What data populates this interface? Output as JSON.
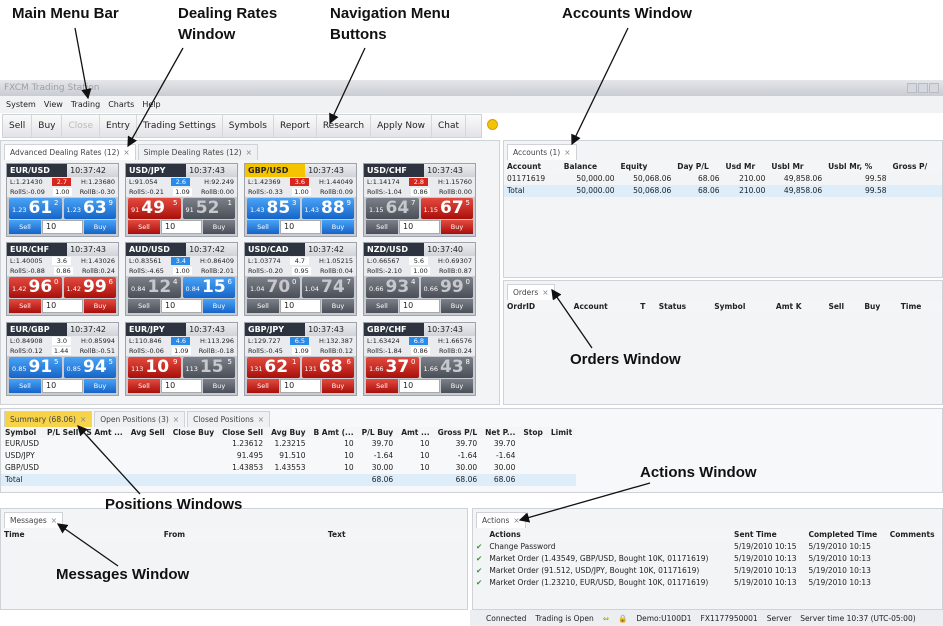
{
  "annotations": {
    "main_menu": "Main Menu Bar",
    "dealing": "Dealing Rates Window",
    "nav": "Navigation Menu Buttons",
    "accounts": "Accounts Window",
    "orders": "Orders Window",
    "positions": "Positions Windows",
    "actions": "Actions Window",
    "messages": "Messages Window"
  },
  "app_title": "FXCM Trading Station",
  "menu": [
    "System",
    "View",
    "Trading",
    "Charts",
    "Help"
  ],
  "toolbar": [
    "Sell",
    "Buy",
    "Close",
    "Entry",
    "Trading Settings",
    "Symbols",
    "Report",
    "Research",
    "Apply Now",
    "Chat"
  ],
  "dealing_tabs": [
    "Advanced Dealing Rates (12)",
    "Simple Dealing Rates (12)"
  ],
  "tile_labels": {
    "sell": "Sell",
    "buy": "Buy"
  },
  "tiles": [
    {
      "pair": "EUR/USD",
      "time": "10:37:42",
      "low": "L:1.21430",
      "spread": "2.7",
      "sc": "red",
      "high": "H:1.23680",
      "rolls": "RollS:-0.09",
      "cond": "1.00",
      "rollb": "RollB:-0.30",
      "sell": [
        "1.23",
        "61",
        "2"
      ],
      "sellc": "blue",
      "buy": [
        "1.23",
        "63",
        "9"
      ],
      "buyc": "blue",
      "amount": "10"
    },
    {
      "pair": "USD/JPY",
      "time": "10:37:43",
      "low": "L:91.054",
      "spread": "2.6",
      "sc": "blue",
      "high": "H:92.249",
      "rolls": "RollS:-0.21",
      "cond": "1.09",
      "rollb": "RollB:0.00",
      "sell": [
        "91",
        "49",
        "5"
      ],
      "sellc": "red",
      "buy": [
        "91",
        "52",
        "1"
      ],
      "buyc": "gray",
      "amount": "10"
    },
    {
      "pair": "GBP/USD",
      "time": "10:37:43",
      "hl": true,
      "low": "L:1.42369",
      "spread": "3.6",
      "sc": "red",
      "high": "H:1.44049",
      "rolls": "RollS:-0.33",
      "cond": "1.00",
      "rollb": "RollB:0.09",
      "sell": [
        "1.43",
        "85",
        "3"
      ],
      "sellc": "blue",
      "buy": [
        "1.43",
        "88",
        "9"
      ],
      "buyc": "blue",
      "amount": "10"
    },
    {
      "pair": "USD/CHF",
      "time": "10:37:43",
      "low": "L:1.14174",
      "spread": "2.8",
      "sc": "red",
      "high": "H:1.15760",
      "rolls": "RollS:-1.04",
      "cond": "0.86",
      "rollb": "RollB:0.00",
      "sell": [
        "1.15",
        "64",
        "7"
      ],
      "sellc": "gray",
      "buy": [
        "1.15",
        "67",
        "5"
      ],
      "buyc": "red",
      "amount": "10"
    },
    {
      "pair": "EUR/CHF",
      "time": "10:37:43",
      "low": "L:1.40005",
      "spread": "3.6",
      "sc": "",
      "high": "H:1.43026",
      "rolls": "RollS:-0.88",
      "cond": "0.86",
      "rollb": "RollB:0.24",
      "sell": [
        "1.42",
        "96",
        "0"
      ],
      "sellc": "red",
      "buy": [
        "1.42",
        "99",
        "6"
      ],
      "buyc": "red",
      "amount": "10"
    },
    {
      "pair": "AUD/USD",
      "time": "10:37:42",
      "low": "L:0.83561",
      "spread": "3.4",
      "sc": "blue",
      "high": "H:0.86409",
      "rolls": "RollS:-4.65",
      "cond": "1.00",
      "rollb": "RollB:2.01",
      "sell": [
        "0.84",
        "12",
        "4"
      ],
      "sellc": "gray",
      "buy": [
        "0.84",
        "15",
        "6"
      ],
      "buyc": "blue",
      "amount": "10"
    },
    {
      "pair": "USD/CAD",
      "time": "10:37:42",
      "low": "L:1.03774",
      "spread": "4.7",
      "sc": "",
      "high": "H:1.05215",
      "rolls": "RollS:-0.20",
      "cond": "0.95",
      "rollb": "RollB:0.04",
      "sell": [
        "1.04",
        "70",
        "0"
      ],
      "sellc": "gray",
      "buy": [
        "1.04",
        "74",
        "7"
      ],
      "buyc": "gray",
      "amount": "10"
    },
    {
      "pair": "NZD/USD",
      "time": "10:37:40",
      "low": "L:0.66567",
      "spread": "5.6",
      "sc": "",
      "high": "H:0.69307",
      "rolls": "RollS:-2.10",
      "cond": "1.00",
      "rollb": "RollB:0.87",
      "sell": [
        "0.66",
        "93",
        "4"
      ],
      "sellc": "gray",
      "buy": [
        "0.66",
        "99",
        "0"
      ],
      "buyc": "gray",
      "amount": "10"
    },
    {
      "pair": "EUR/GBP",
      "time": "10:37:42",
      "low": "L:0.84908",
      "spread": "3.0",
      "sc": "",
      "high": "H:0.85994",
      "rolls": "RollS:0.12",
      "cond": "1.44",
      "rollb": "RollB:-0.51",
      "sell": [
        "0.85",
        "91",
        "5"
      ],
      "sellc": "blue",
      "buy": [
        "0.85",
        "94",
        "5"
      ],
      "buyc": "blue",
      "amount": "10"
    },
    {
      "pair": "EUR/JPY",
      "time": "10:37:43",
      "low": "L:110.846",
      "spread": "4.6",
      "sc": "blue",
      "high": "H:113.296",
      "rolls": "RollS:-0.06",
      "cond": "1.09",
      "rollb": "RollB:-0.18",
      "sell": [
        "113",
        "10",
        "9"
      ],
      "sellc": "red",
      "buy": [
        "113",
        "15",
        "5"
      ],
      "buyc": "gray",
      "amount": "10"
    },
    {
      "pair": "GBP/JPY",
      "time": "10:37:43",
      "low": "L:129.727",
      "spread": "6.5",
      "sc": "blue",
      "high": "H:132.387",
      "rolls": "RollS:-0.45",
      "cond": "1.09",
      "rollb": "RollB:0.12",
      "sell": [
        "131",
        "62",
        "1"
      ],
      "sellc": "red",
      "buy": [
        "131",
        "68",
        "6"
      ],
      "buyc": "red",
      "amount": "10"
    },
    {
      "pair": "GBP/CHF",
      "time": "10:37:43",
      "low": "L:1.63424",
      "spread": "6.8",
      "sc": "blue",
      "high": "H:1.66576",
      "rolls": "RollS:-1.84",
      "cond": "0.86",
      "rollb": "RollB:0.24",
      "sell": [
        "1.66",
        "37",
        "0"
      ],
      "sellc": "red",
      "buy": [
        "1.66",
        "43",
        "8"
      ],
      "buyc": "gray",
      "amount": "10"
    }
  ],
  "accounts": {
    "tab": "Accounts (1)",
    "headers": [
      "Account",
      "Balance",
      "Equity",
      "Day P/L",
      "Usd Mr",
      "Usbl Mr",
      "Usbl Mr, %",
      "Gross P/"
    ],
    "rows": [
      [
        "01171619",
        "50,000.00",
        "50,068.06",
        "68.06",
        "210.00",
        "49,858.06",
        "99.58",
        ""
      ],
      [
        "Total",
        "50,000.00",
        "50,068.06",
        "68.06",
        "210.00",
        "49,858.06",
        "99.58",
        ""
      ]
    ]
  },
  "orders": {
    "tab": "Orders",
    "headers": [
      "OrdrID",
      "",
      "Account",
      "T",
      "Status",
      "Symbol",
      "Amt K",
      "Sell",
      "Buy",
      "Time"
    ]
  },
  "positions": {
    "tabs": [
      "Summary (68.06)",
      "Open Positions (3)",
      "Closed Positions"
    ],
    "headers": [
      "Symbol",
      "P/L Sell",
      "S Amt ...",
      "Avg Sell",
      "Close Buy",
      "Close Sell",
      "Avg Buy",
      "B Amt (...",
      "P/L Buy",
      "Amt ...",
      "Gross P/L",
      "Net P...",
      "Stop",
      "Limit"
    ],
    "rows": [
      [
        "EUR/USD",
        "",
        "",
        "",
        "",
        "1.23612",
        "1.23215",
        "10",
        "39.70",
        "10",
        "39.70",
        "39.70",
        "",
        ""
      ],
      [
        "USD/JPY",
        "",
        "",
        "",
        "",
        "91.495",
        "91.510",
        "10",
        "-1.64",
        "10",
        "-1.64",
        "-1.64",
        "",
        ""
      ],
      [
        "GBP/USD",
        "",
        "",
        "",
        "",
        "1.43853",
        "1.43553",
        "10",
        "30.00",
        "10",
        "30.00",
        "30.00",
        "",
        ""
      ],
      [
        "Total",
        "",
        "",
        "",
        "",
        "",
        "",
        "",
        "68.06",
        "",
        "68.06",
        "68.06",
        "",
        ""
      ]
    ]
  },
  "messages": {
    "tab": "Messages",
    "headers": [
      "Time",
      "From",
      "Text"
    ]
  },
  "actions": {
    "tab": "Actions",
    "headers": [
      "Actions",
      "Sent Time",
      "Completed Time",
      "Comments"
    ],
    "rows": [
      [
        "Change Password",
        "5/19/2010 10:15",
        "5/19/2010 10:15",
        ""
      ],
      [
        "Market Order (1.43549, GBP/USD, Bought 10K, 01171619)",
        "5/19/2010 10:13",
        "5/19/2010 10:13",
        ""
      ],
      [
        "Market Order (91.512, USD/JPY, Bought 10K, 01171619)",
        "5/19/2010 10:13",
        "5/19/2010 10:13",
        ""
      ],
      [
        "Market Order (1.23210, EUR/USD, Bought 10K, 01171619)",
        "5/19/2010 10:13",
        "5/19/2010 10:13",
        ""
      ]
    ]
  },
  "status": [
    "Connected",
    "Trading is Open",
    "Demo:U100D1",
    "FX1177950001",
    "Server",
    "Server time 10:37 (UTC-05:00)"
  ]
}
